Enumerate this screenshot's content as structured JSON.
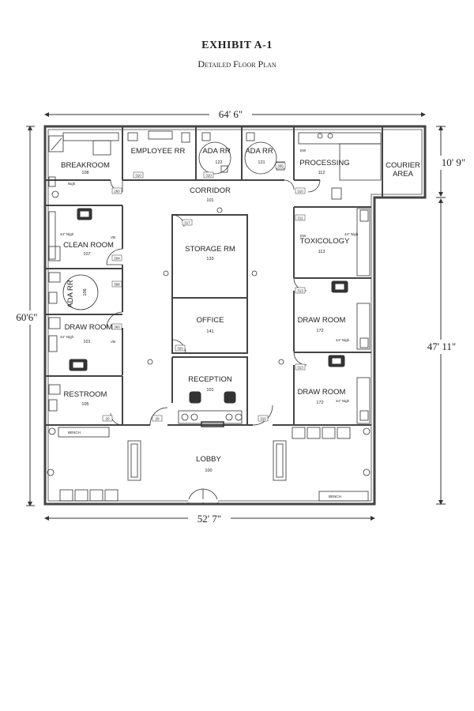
{
  "header": {
    "title": "EXHIBIT  A-1",
    "subtitle": "Detailed Floor Plan"
  },
  "dimensions": {
    "top_width": "64' 6\"",
    "bottom_width": "52' 7\"",
    "left_height": "60'6\"",
    "right_upper_height": "10' 9\"",
    "right_lower_height": "47' 11\""
  },
  "rooms": {
    "breakroom": {
      "label": "BREAKROOM",
      "number": "108"
    },
    "employee_rr": {
      "label": "EMPLOYEE RR",
      "number": ""
    },
    "ada_rr_1": {
      "label": "ADA RR",
      "number": "122"
    },
    "ada_rr_2": {
      "label": "ADA RR",
      "number": "121"
    },
    "processing": {
      "label": "PROCESSING",
      "number": "112"
    },
    "courier_area_l1": "COURIER",
    "courier_area_l2": "AREA",
    "corridor": {
      "label": "CORRIDOR",
      "number": "101"
    },
    "clean_room": {
      "label": "CLEAN ROOM",
      "number": "107"
    },
    "storage_rm": {
      "label": "STORAGE RM",
      "number": "133"
    },
    "toxicology": {
      "label": "TOXICOLOGY",
      "number": "113"
    },
    "ada_rr_3": {
      "label": "ADA RR",
      "number": "106"
    },
    "draw_room_left": {
      "label": "DRAW ROOM",
      "number": "101"
    },
    "office": {
      "label": "OFFICE",
      "number": "141"
    },
    "draw_room_right_1": {
      "label": "DRAW ROOM",
      "number": "172"
    },
    "reception": {
      "label": "RECEPTION",
      "number": "101"
    },
    "restroom": {
      "label": "RESTROOM",
      "number": "105"
    },
    "draw_room_right_2": {
      "label": "DRAW ROOM",
      "number": "172"
    },
    "lobby": {
      "label": "LOBBY",
      "number": "100"
    }
  },
  "furniture": {
    "bench_top": "BENCH",
    "bench_bottom": "BENCH"
  },
  "fixture_notes": {
    "nigh": "Nigh",
    "nigh_44": "44\" Nigh",
    "ew": "EW",
    "vb": "VB"
  },
  "door_tags": {
    "d1": "310",
    "d2": "310",
    "d3": "306",
    "d4": "310",
    "d5": "260",
    "d6": "317",
    "d7": "311",
    "d8": "264",
    "d9": "368",
    "d10": "313",
    "d11": "360",
    "d12": "320",
    "d13": "313",
    "d14": "20",
    "d15": "20",
    "d16": "310"
  },
  "colors": {
    "line": "#333333",
    "wall": "#444444",
    "door_fill": "#ffffff"
  }
}
